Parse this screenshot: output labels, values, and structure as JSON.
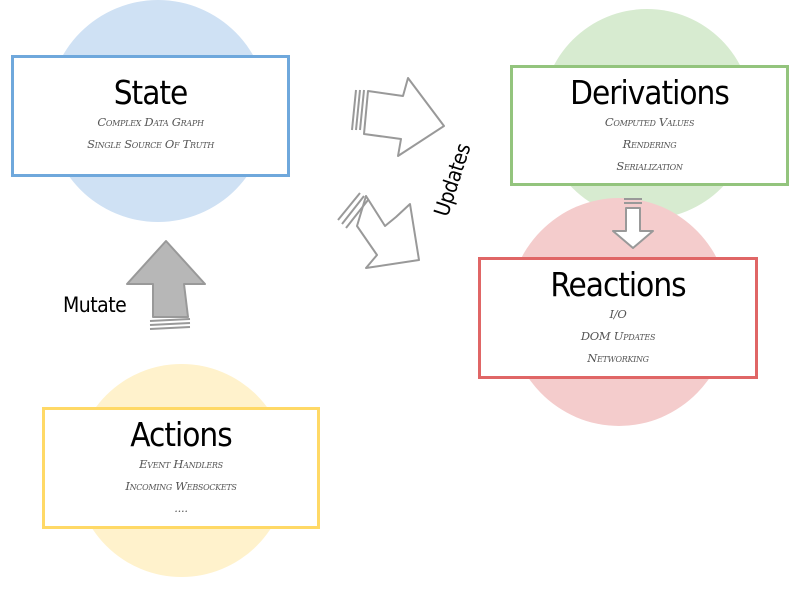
{
  "nodes": {
    "state": {
      "title": "State",
      "items": [
        "Complex Data Graph",
        "Single Source Of Truth"
      ],
      "border_color": "#6fa8dc",
      "circle_color": "#cfe1f4"
    },
    "derivations": {
      "title": "Derivations",
      "items": [
        "Computed Values",
        "Rendering",
        "Serialization"
      ],
      "border_color": "#93c47d",
      "circle_color": "#d7ebd0"
    },
    "reactions": {
      "title": "Reactions",
      "items": [
        "I/O",
        "DOM Updates",
        "Networking"
      ],
      "border_color": "#e06666",
      "circle_color": "#f4cccc"
    },
    "actions": {
      "title": "Actions",
      "items": [
        "Event Handlers",
        "Incoming Websockets",
        "...."
      ],
      "border_color": "#ffd966",
      "circle_color": "#fff2cc"
    }
  },
  "edges": {
    "mutate_label": "Mutate",
    "updates_label": "Updates"
  },
  "icons": {
    "mutate_arrow": "arrow-up-icon",
    "updates_arrow_top": "arrow-right-icon",
    "updates_arrow_bottom": "arrow-down-right-icon",
    "derive_arrow": "arrow-down-icon"
  }
}
